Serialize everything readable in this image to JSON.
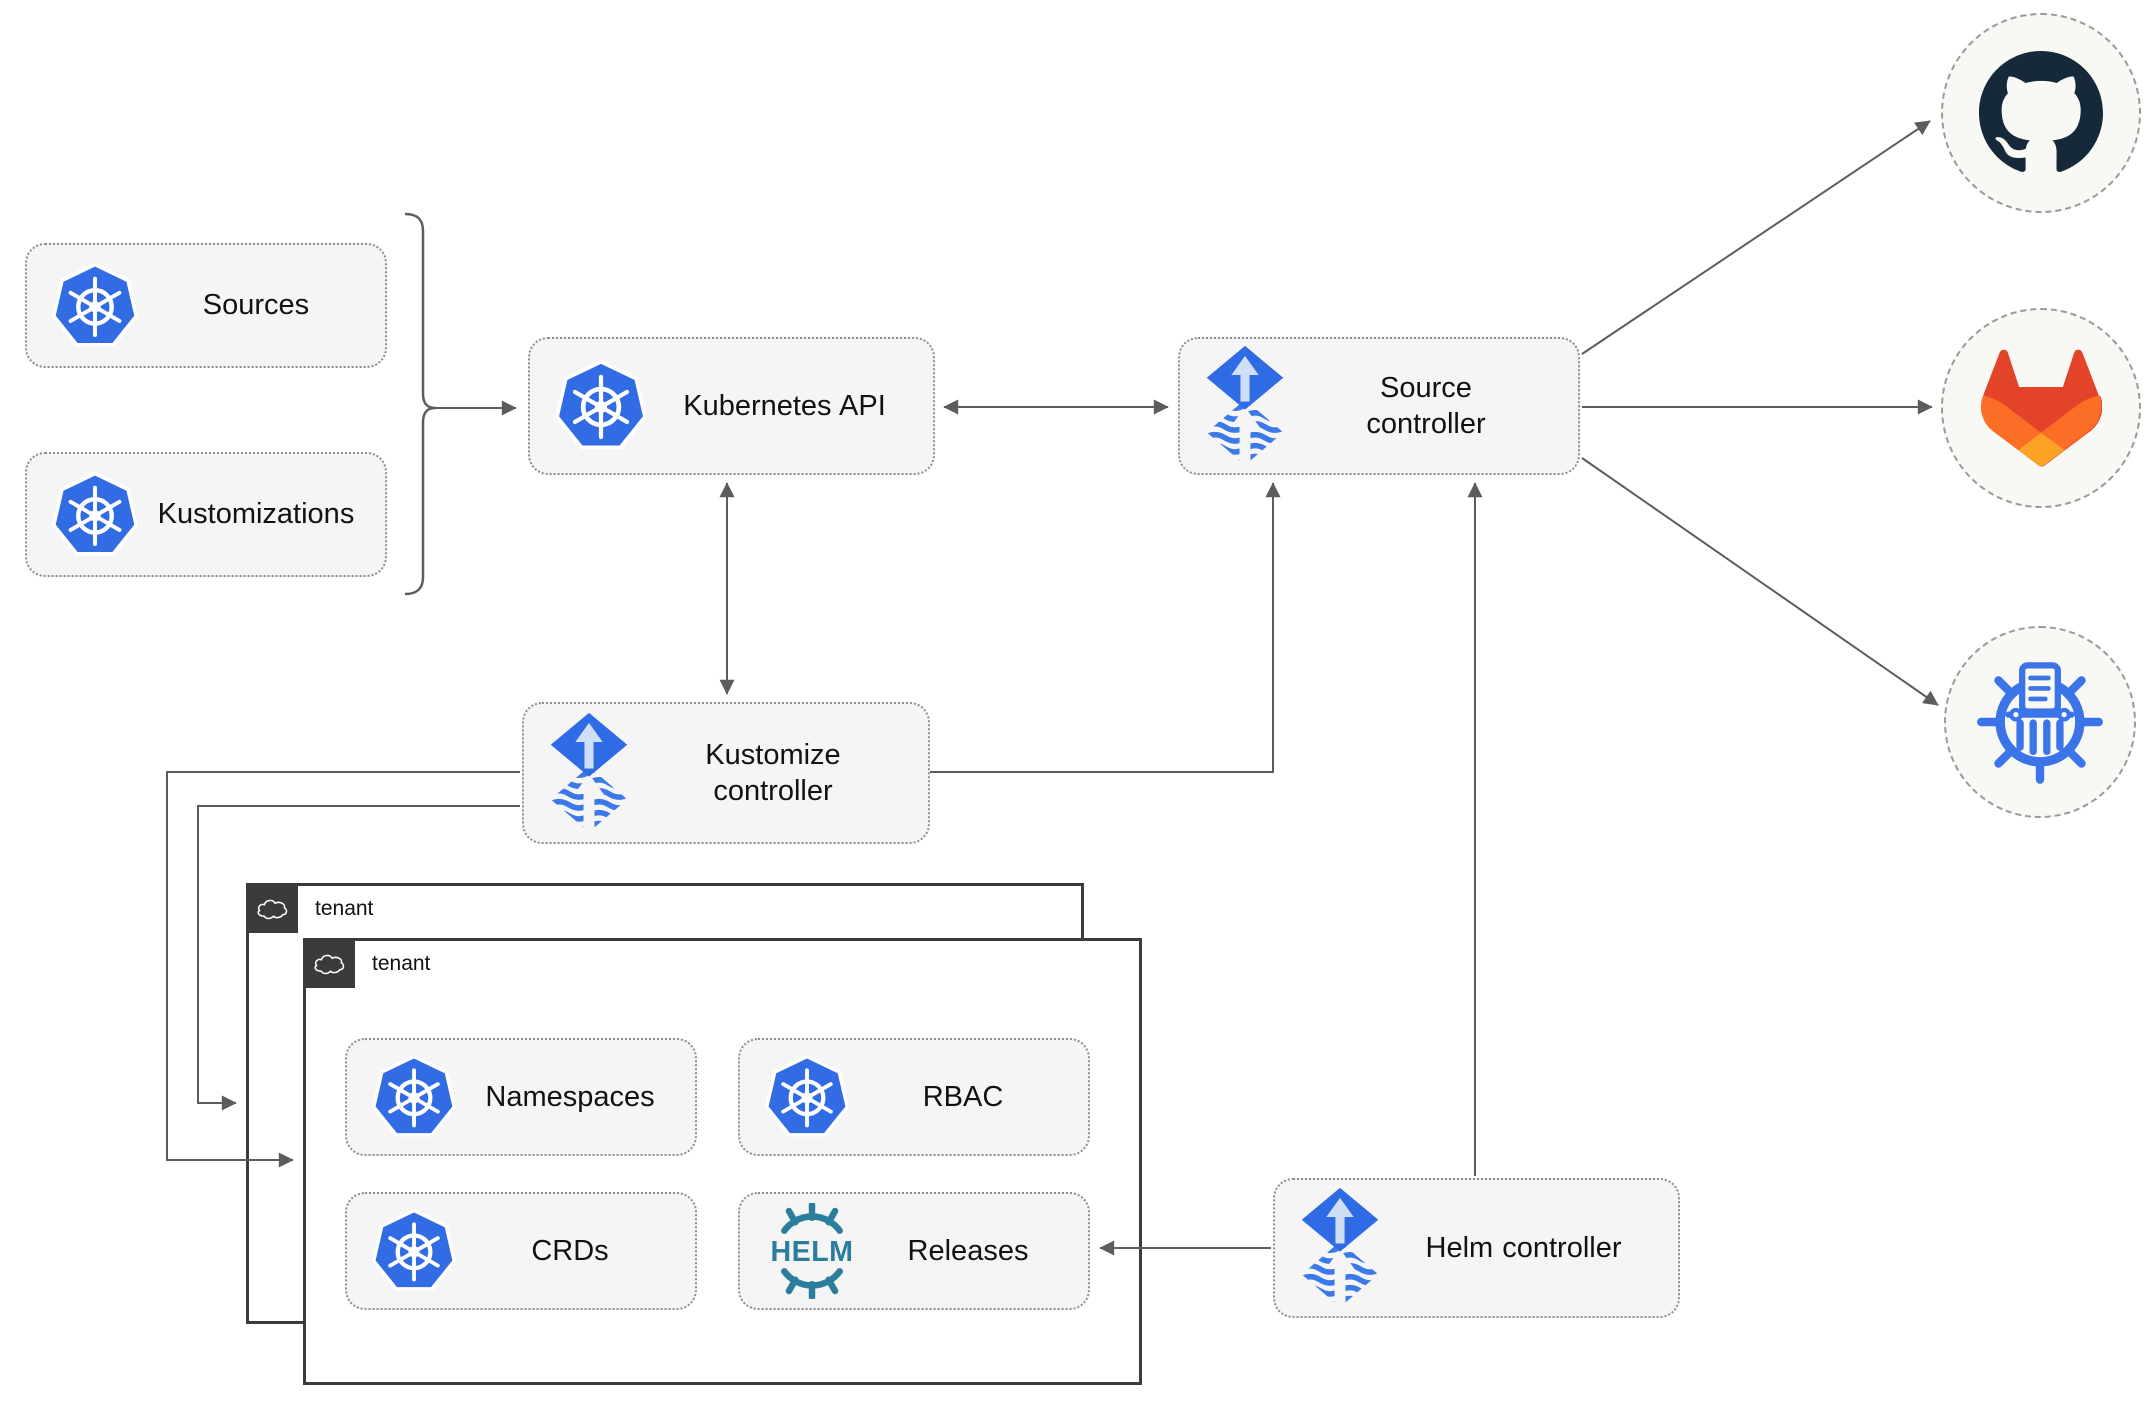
{
  "diagram_type": "flux-gitops-multitenancy-architecture",
  "nodes": {
    "sources": {
      "label": "Sources",
      "icon": "kubernetes"
    },
    "kustomizations": {
      "label": "Kustomizations",
      "icon": "kubernetes"
    },
    "kubernetes_api": {
      "label": "Kubernetes API",
      "icon": "kubernetes"
    },
    "source_controller": {
      "label": "Source controller",
      "icon": "flux"
    },
    "kustomize_controller": {
      "label": "Kustomize controller",
      "icon": "flux"
    },
    "helm_controller": {
      "label": "Helm controller",
      "icon": "flux"
    },
    "namespaces": {
      "label": "Namespaces",
      "icon": "kubernetes"
    },
    "rbac": {
      "label": "RBAC",
      "icon": "kubernetes"
    },
    "crds": {
      "label": "CRDs",
      "icon": "kubernetes"
    },
    "releases": {
      "label": "Releases",
      "icon": "helm"
    }
  },
  "tenants": {
    "back": {
      "label": "tenant",
      "icon": "cloud"
    },
    "front": {
      "label": "tenant",
      "icon": "cloud"
    }
  },
  "external_targets": [
    {
      "name": "github",
      "icon": "github-octocat"
    },
    {
      "name": "gitlab",
      "icon": "gitlab-tanuki"
    },
    {
      "name": "helm-repository",
      "icon": "chart-repository-museum"
    }
  ],
  "icons": {
    "helm_text": "HELM"
  },
  "edges": [
    {
      "from": "sources+kustomizations",
      "to": "kubernetes_api",
      "type": "arrow",
      "via": "brace"
    },
    {
      "from": "kubernetes_api",
      "to": "source_controller",
      "type": "double-arrow"
    },
    {
      "from": "kubernetes_api",
      "to": "kustomize_controller",
      "type": "double-arrow"
    },
    {
      "from": "kustomize_controller",
      "to": "source_controller",
      "type": "arrow"
    },
    {
      "from": "helm_controller",
      "to": "source_controller",
      "type": "arrow"
    },
    {
      "from": "source_controller",
      "to": "github",
      "type": "arrow"
    },
    {
      "from": "source_controller",
      "to": "gitlab",
      "type": "arrow"
    },
    {
      "from": "source_controller",
      "to": "helm-repository",
      "type": "arrow"
    },
    {
      "from": "kustomize_controller",
      "to": "tenant_front",
      "type": "arrow"
    },
    {
      "from": "kustomize_controller",
      "to": "tenant_back",
      "type": "arrow"
    },
    {
      "from": "helm_controller",
      "to": "releases",
      "type": "arrow"
    }
  ],
  "colors": {
    "canvas": "#ffffff",
    "node_fill": "#f5f5f6",
    "node_border": "#8e8e8e",
    "connector": "#5c5c5c",
    "tenant_border": "#3b3b3b",
    "tenant_tab_fill": "#3b3b3b",
    "kubernetes_blue": "#326ce5",
    "flux_blue": "#2f6be4",
    "flux_arrow_light": "#cfdff5",
    "helm_teal": "#2a7e9c",
    "github_dark": "#16293a",
    "gitlab_red": "#e24329",
    "gitlab_orange": "#fc6d26",
    "gitlab_yellow": "#fca326",
    "external_circle_fill": "#f8f8f4",
    "external_circle_border": "#9a9a9a"
  }
}
